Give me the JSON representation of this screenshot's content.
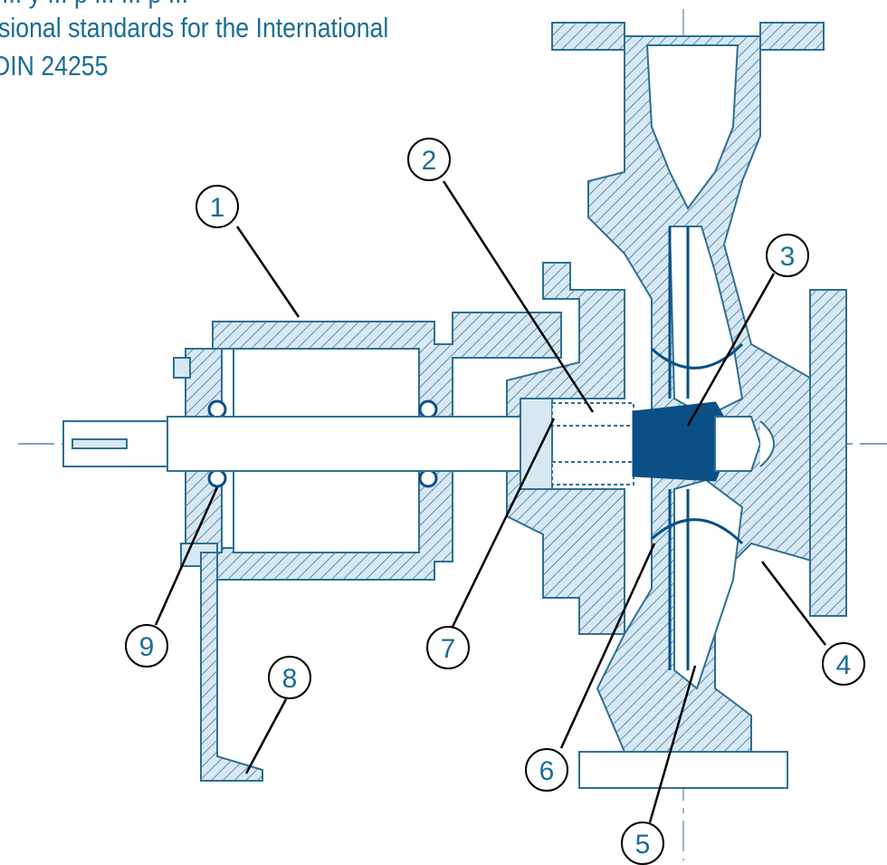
{
  "caption": {
    "line1": "... y ... p ... ... p ...",
    "line2": "sional standards for the International",
    "line3": "DIN 24255"
  },
  "colors": {
    "drawing": "#2f6f93",
    "hatch": "#3b7aa0",
    "fill": "#d8e8f2",
    "accent": "#0a4f86",
    "label": "#1a6d96"
  },
  "callouts": [
    {
      "id": "1",
      "label": "1"
    },
    {
      "id": "2",
      "label": "2"
    },
    {
      "id": "3",
      "label": "3"
    },
    {
      "id": "4",
      "label": "4"
    },
    {
      "id": "5",
      "label": "5"
    },
    {
      "id": "6",
      "label": "6"
    },
    {
      "id": "7",
      "label": "7"
    },
    {
      "id": "8",
      "label": "8"
    },
    {
      "id": "9",
      "label": "9"
    }
  ]
}
